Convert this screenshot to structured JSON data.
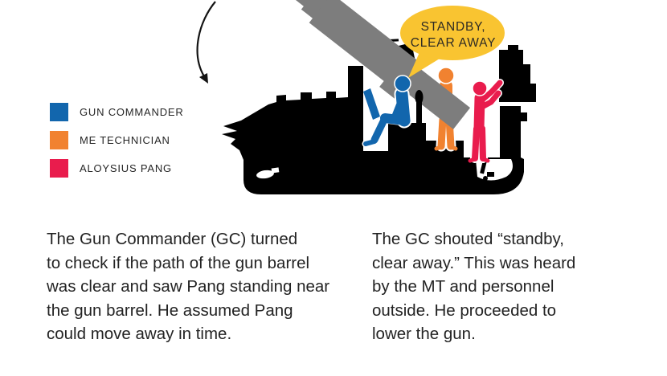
{
  "colors": {
    "blue": "#1266ad",
    "orange": "#f18230",
    "red": "#e91c4d",
    "yellow": "#f9c431",
    "gray": "#7d7d7d",
    "black": "#000000",
    "text": "#232323",
    "bubble_text": "#2d2a24"
  },
  "legend": {
    "items": [
      {
        "label": "GUN COMMANDER"
      },
      {
        "label": "ME TECHNICIAN"
      },
      {
        "label": "ALOYSIUS PANG"
      }
    ]
  },
  "speech_bubble": {
    "lines": [
      "STANDBY,",
      "CLEAR AWAY"
    ]
  },
  "paragraphs": {
    "left": "The Gun Commander (GC) turned\nto check if the path of the gun barrel\nwas clear and saw Pang standing near\nthe gun barrel. He assumed Pang\ncould move away in time.",
    "right": "The GC shouted “standby,\nclear away.” This was heard\nby the MT and personnel\noutside. He proceeded to\nlower the gun."
  },
  "illustration": {
    "vehicle": "self-propelled howitzer silhouette (cutaway)",
    "figures": [
      "Gun Commander (blue, seated)",
      "ME Technician (orange, standing)",
      "Aloysius Pang (red, standing near gun barrel)"
    ],
    "barrel": "gun barrel angled down into cabin",
    "arrow": "curved arrow showing barrel lowering direction"
  }
}
